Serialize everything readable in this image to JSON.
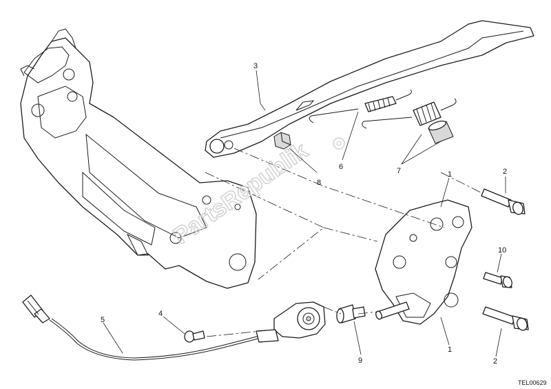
{
  "watermark": "PartsRepublik",
  "reference_code": "TEL00629",
  "callouts": {
    "c1_top": "1",
    "c1_bottom": "1",
    "c2_top": "2",
    "c2_bottom": "2",
    "c3": "3",
    "c4": "4",
    "c5": "5",
    "c6": "6",
    "c7": "7",
    "c8": "8",
    "c9": "9",
    "c10": "10"
  }
}
